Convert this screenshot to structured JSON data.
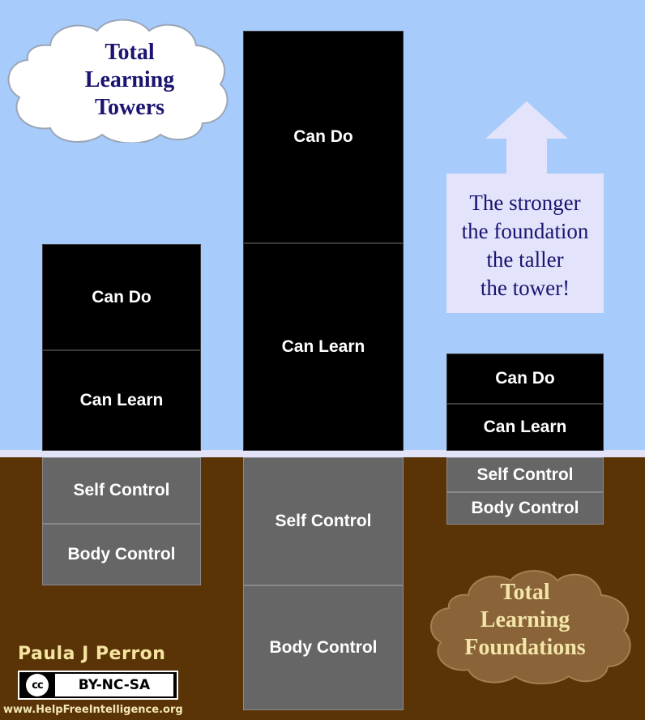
{
  "towers_cloud": {
    "lines": [
      "Total",
      "Learning",
      "Towers"
    ]
  },
  "foundations_cloud": {
    "lines": [
      "Total",
      "Learning",
      "Foundations"
    ]
  },
  "note": {
    "lines": [
      "The stronger",
      "the foundation",
      "the taller",
      "the tower!"
    ]
  },
  "towers": [
    {
      "can_do": "Can Do",
      "can_learn": "Can Learn",
      "self_control": "Self Control",
      "body_control": "Body Control"
    },
    {
      "can_do": "Can Do",
      "can_learn": "Can Learn",
      "self_control": "Self Control",
      "body_control": "Body Control"
    },
    {
      "can_do": "Can Do",
      "can_learn": "Can Learn",
      "self_control": "Self Control",
      "body_control": "Body Control"
    }
  ],
  "author": "Paula J Perron",
  "license": {
    "icon": "creative-commons-icon",
    "icon_text": "cc",
    "label": "BY-NC-SA"
  },
  "website": "www.HelpFreeIntelligence.org",
  "colors": {
    "sky": "#a7cbfb",
    "ground": "#5a3307",
    "tower_upper": "#000000",
    "tower_lower": "#666666",
    "towers_cloud_fill": "#ffffff",
    "towers_cloud_text": "#1a1470",
    "foundations_cloud_fill": "#8b6338",
    "foundations_cloud_text": "#f2e6a8",
    "note_box": "#e3e3fb",
    "note_text": "#1a1470"
  }
}
